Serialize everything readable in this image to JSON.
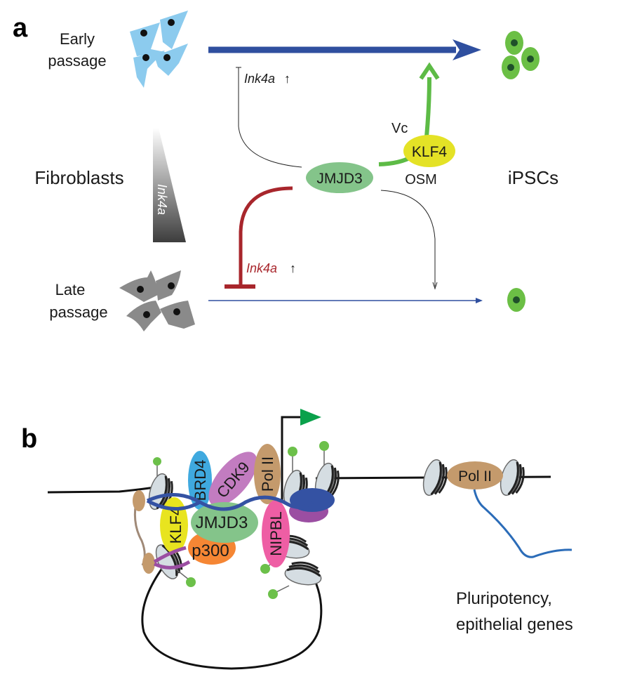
{
  "panel_a": {
    "letter": "a",
    "early_passage": [
      "Early",
      "passage"
    ],
    "late_passage": [
      "Late",
      "passage"
    ],
    "fibroblasts": "Fibroblasts",
    "gradient_label": "Ink4a",
    "ipscs": "iPSCs",
    "ink4a_top": "Ink4a",
    "ink4a_top_arrow": "↑",
    "ink4a_red": "Ink4a",
    "ink4a_red_arrow": "↑",
    "jmjd3": "JMJD3",
    "klf4": "KLF4",
    "vc": "Vc",
    "osm": "OSM",
    "colors": {
      "early_cell": "#8ccbee",
      "late_cell": "#8a8a8a",
      "ipsc": "#6bbf45",
      "ipsc_nucleus": "#1f4f2a",
      "main_arrow": "#2f4f9f",
      "green_arrow": "#5dbb46",
      "red_inhibit": "#a8262c",
      "jmjd3": "#84c48a",
      "klf4": "#e4e226"
    }
  },
  "panel_b": {
    "letter": "b",
    "proteins": {
      "klf4": "KLF4",
      "brd4": "BRD4",
      "cdk9": "CDK9",
      "pol2_complex": "Pol II",
      "jmjd3": "JMJD3",
      "p300": "p300",
      "nipbl": "NIPBL",
      "pol2_elongating": "Pol II"
    },
    "genes_label": [
      "Pluripotency,",
      "epithelial genes"
    ],
    "colors": {
      "klf4": "#e8e41f",
      "brd4": "#3fa9df",
      "cdk9": "#c27cc0",
      "pol2": "#c49a6c",
      "jmjd3": "#84c48a",
      "p300": "#f58634",
      "nipbl": "#ee5ea4",
      "cohesin_blue": "#3452a3",
      "cohesin_purple": "#9b4ea2",
      "tss_arrow": "#0aa14b",
      "rna": "#2b6cb8",
      "histone_mark": "#6cc04a",
      "nucleosome": "#d5dde2"
    }
  }
}
